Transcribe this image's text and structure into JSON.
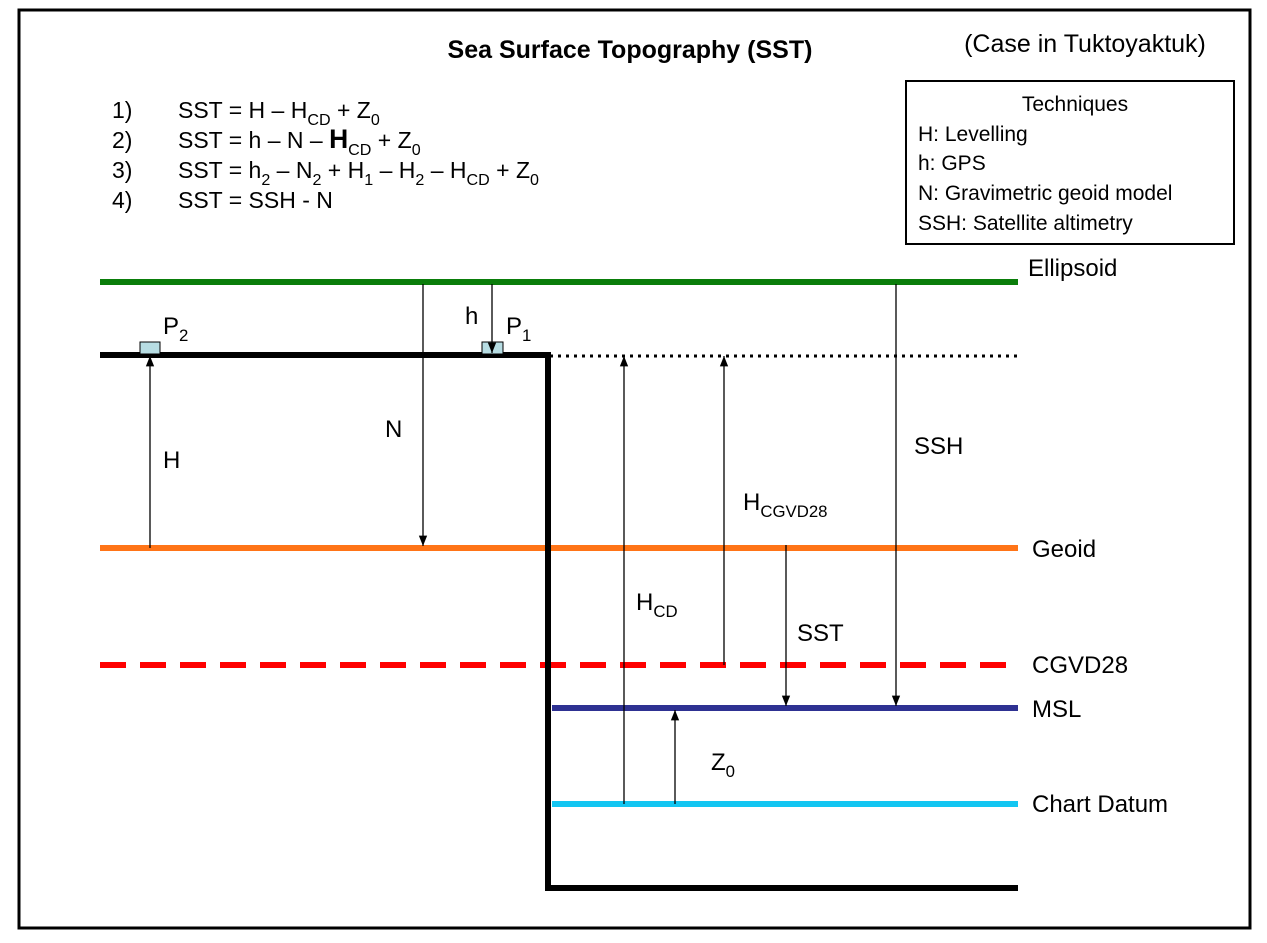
{
  "title": "Sea Surface Topography (SST)",
  "case_label": "(Case in Tuktoyaktuk)",
  "equations": [
    {
      "num": "1)",
      "parts": [
        [
          "SST = H – H",
          ""
        ],
        [
          "CD",
          "sub"
        ],
        [
          " + Z",
          ""
        ],
        [
          "0",
          "sub"
        ]
      ]
    },
    {
      "num": "2)",
      "parts": [
        [
          "SST = h – N – ",
          ""
        ],
        [
          "H",
          "big"
        ],
        [
          "CD",
          "sub"
        ],
        [
          " + Z",
          ""
        ],
        [
          "0",
          "sub"
        ]
      ]
    },
    {
      "num": "3)",
      "parts": [
        [
          "SST = h",
          ""
        ],
        [
          "2",
          "sub"
        ],
        [
          " – N",
          ""
        ],
        [
          "2",
          "sub"
        ],
        [
          " + H",
          ""
        ],
        [
          "1",
          "sub"
        ],
        [
          " – H",
          ""
        ],
        [
          "2",
          "sub"
        ],
        [
          " – H",
          ""
        ],
        [
          "CD",
          "sub"
        ],
        [
          " + Z",
          ""
        ],
        [
          "0",
          "sub"
        ]
      ]
    },
    {
      "num": "4)",
      "parts": [
        [
          "SST = SSH - N",
          ""
        ]
      ]
    }
  ],
  "techniques": {
    "heading": "Techniques",
    "items": [
      "H: Levelling",
      "h:  GPS",
      "N: Gravimetric geoid model",
      "SSH: Satellite altimetry"
    ]
  },
  "surfaces": {
    "ellipsoid": "Ellipsoid",
    "geoid": "Geoid",
    "cgvd28": "CGVD28",
    "msl": "MSL",
    "chart_datum": "Chart Datum"
  },
  "colors": {
    "ellipsoid": "#0a7d0a",
    "geoid": "#ff7417",
    "cgvd28": "#ff0000",
    "msl": "#2e3192",
    "chart_datum": "#13c6f2",
    "benchmark": "#b7dde3"
  },
  "labels": {
    "p2": [
      [
        "P",
        ""
      ],
      [
        "2",
        "sub"
      ]
    ],
    "p1": [
      [
        "P",
        ""
      ],
      [
        "1",
        "sub"
      ]
    ],
    "h": [
      [
        "h",
        ""
      ]
    ],
    "H": [
      [
        "H",
        ""
      ]
    ],
    "N": [
      [
        "N",
        ""
      ]
    ],
    "SSH": [
      [
        "SSH",
        ""
      ]
    ],
    "HCGVD28": [
      [
        "H",
        ""
      ],
      [
        "CGVD28",
        "sub"
      ]
    ],
    "HCD": [
      [
        "H",
        ""
      ],
      [
        "CD",
        "sub"
      ]
    ],
    "SST": [
      [
        "SST",
        ""
      ]
    ],
    "Z0": [
      [
        "Z",
        ""
      ],
      [
        "0",
        "sub"
      ]
    ]
  }
}
